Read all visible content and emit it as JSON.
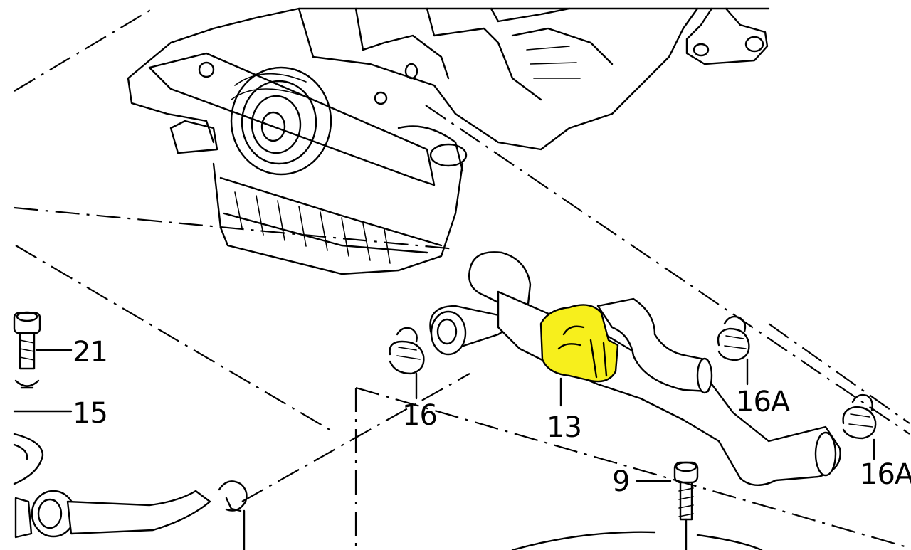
{
  "diagram": {
    "labels": {
      "part_21": "21",
      "part_15": "15",
      "part_16": "16",
      "part_13": "13",
      "part_16a_upper": "16A",
      "part_16a_lower": "16A",
      "part_9": "9"
    },
    "highlight_color": "#f7ef1c",
    "highlighted_part": "13"
  }
}
